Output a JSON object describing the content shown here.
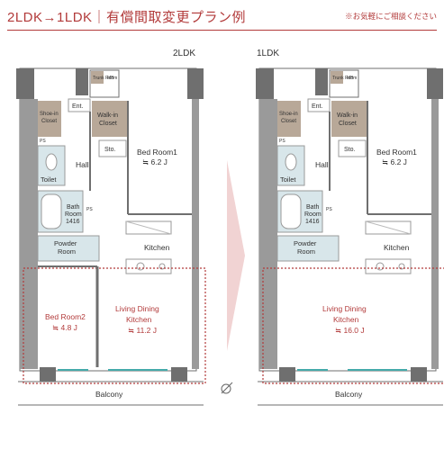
{
  "header": {
    "title": "2LDK→1LDK｜有償間取変更プラン例",
    "note": "※お気軽にご相談ください"
  },
  "left_plan": {
    "label": "2LDK",
    "rooms": {
      "trunk": "Trunk Room",
      "mb": "MB",
      "ent": "Ent.",
      "shoe1": "Shoe-in",
      "shoe2": "Closet",
      "walk1": "Walk-in",
      "walk2": "Closet",
      "sto": "Sto.",
      "bed1_name": "Bed Room1",
      "bed1_size": "≒ 6.2 J",
      "ps1": "PS",
      "hall": "Hall",
      "toilet": "Toilet",
      "bath1": "Bath",
      "bath2": "Room",
      "bath3": "1416",
      "ps2": "PS",
      "kitchen": "Kitchen",
      "powder1": "Powder",
      "powder2": "Room",
      "bed2_name": "Bed Room2",
      "bed2_size": "≒ 4.8 J",
      "ldk1": "Living Dining",
      "ldk2": "Kitchen",
      "ldk_size": "≒ 11.2 J",
      "balcony": "Balcony"
    }
  },
  "right_plan": {
    "label": "1LDK",
    "rooms": {
      "trunk": "Trunk Room",
      "mb": "MB",
      "ent": "Ent.",
      "shoe1": "Shoe-in",
      "shoe2": "Closet",
      "walk1": "Walk-in",
      "walk2": "Closet",
      "sto": "Sto.",
      "bed1_name": "Bed Room1",
      "bed1_size": "≒ 6.2 J",
      "ps1": "PS",
      "hall": "Hall",
      "toilet": "Toilet",
      "bath1": "Bath",
      "bath2": "Room",
      "bath3": "1416",
      "ps2": "PS",
      "kitchen": "Kitchen",
      "powder1": "Powder",
      "powder2": "Room",
      "ldk1": "Living Dining",
      "ldk2": "Kitchen",
      "ldk_size": "≒ 16.0 J",
      "balcony": "Balcony"
    }
  },
  "colors": {
    "accent": "#b23a3a",
    "wall": "#6f6f6f",
    "closet": "#b8a898",
    "wet": "#d8e6ea",
    "floor": "#ffffff"
  }
}
